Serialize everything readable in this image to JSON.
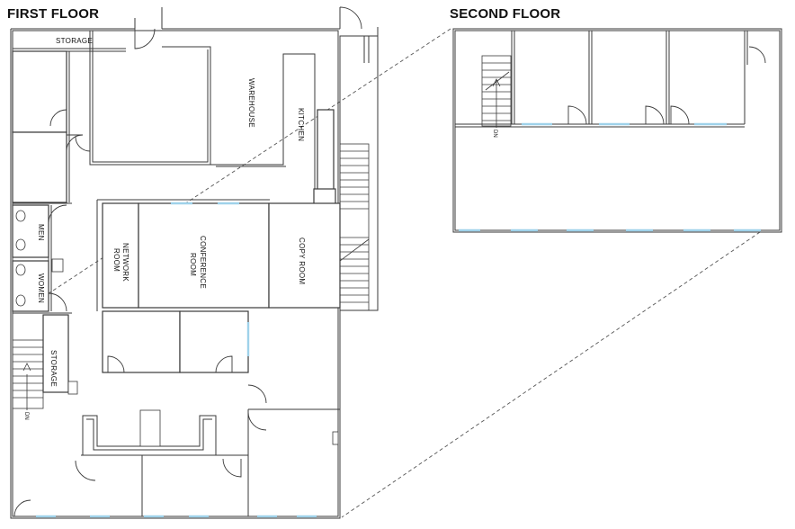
{
  "headings": {
    "first_floor": "FIRST FLOOR",
    "second_floor": "SECOND FLOOR"
  },
  "rooms": {
    "storage_top": "STORAGE",
    "warehouse": "WAREHOUSE",
    "kitchen": "KITCHEN",
    "men": "MEN",
    "women": "WOMEN",
    "network_line1": "NETWORK",
    "network_line2": "ROOM",
    "conference_line1": "CONFERENCE",
    "conference_line2": "ROOM",
    "copy_room": "COPY ROOM",
    "storage_left": "STORAGE"
  },
  "stairs": {
    "first_dn": "DN",
    "second_dn": "DN"
  }
}
